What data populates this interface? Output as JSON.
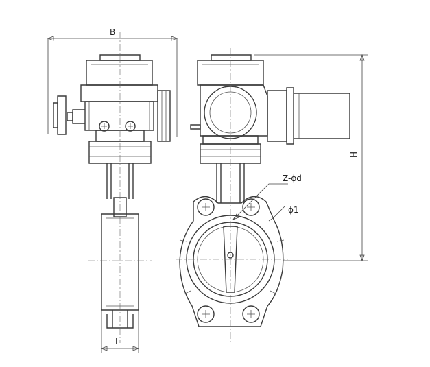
{
  "labels": {
    "B": "B",
    "H": "H",
    "L": "L",
    "bolt_holes": "Z-ϕd",
    "bolt_circle": "ϕ1"
  },
  "colors": {
    "line": "#3a3a3a",
    "background": "#ffffff"
  }
}
